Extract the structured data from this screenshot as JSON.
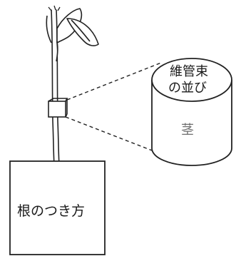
{
  "labels": {
    "vascular_line1": "維管束",
    "vascular_line2": "の並び",
    "stem": "茎",
    "root": "根のつき方"
  }
}
